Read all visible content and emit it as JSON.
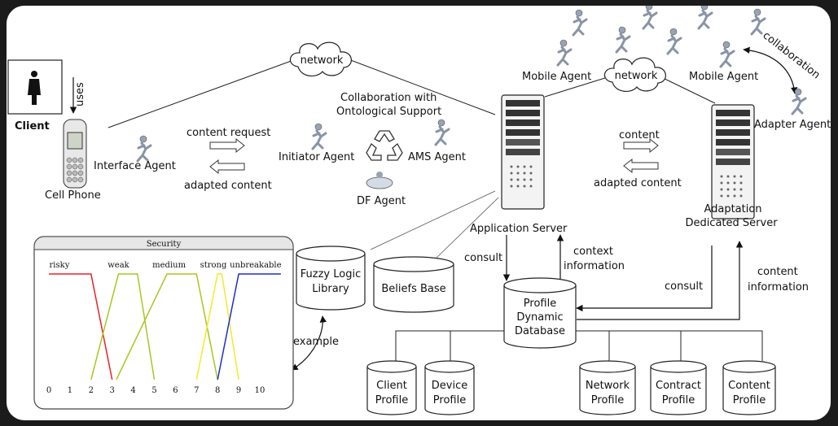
{
  "labels": {
    "client": "Client",
    "uses": "uses",
    "cell_phone": "Cell Phone",
    "interface_agent": "Interface Agent",
    "content_request": "content request",
    "adapted_content_left": "adapted content",
    "network_left": "network",
    "collab_line1": "Collaboration with",
    "collab_line2": "Ontological Support",
    "initiator_agent": "Initiator Agent",
    "ams_agent": "AMS Agent",
    "df_agent": "DF Agent",
    "mobile_agent_left": "Mobile Agent",
    "network_right": "network",
    "mobile_agent_right": "Mobile Agent",
    "collaboration": "collaboration",
    "application_server": "Application Server",
    "content_right": "content",
    "adapted_content_right": "adapted content",
    "adapter_agent": "Adapter Agent",
    "adaptation_line1": "Adaptation",
    "adaptation_line2": "Dedicated Server",
    "consult_left": "consult",
    "context_line1": "context",
    "context_line2": "information",
    "consult_right": "consult",
    "content_info_line1": "content",
    "content_info_line2": "information",
    "fuzzy_line1": "Fuzzy Logic",
    "fuzzy_line2": "Library",
    "beliefs_base": "Beliefs Base",
    "profile_line1": "Profile",
    "profile_line2": "Dynamic",
    "profile_line3": "Database",
    "example": "example",
    "client_profile_1": "Client",
    "client_profile_2": "Profile",
    "device_profile_1": "Device",
    "device_profile_2": "Profile",
    "network_profile_1": "Network",
    "network_profile_2": "Profile",
    "contract_profile_1": "Contract",
    "contract_profile_2": "Profile",
    "content_profile_1": "Content",
    "content_profile_2": "Profile"
  },
  "security_chart": {
    "title": "Security",
    "sets": [
      "risky",
      "weak",
      "medium",
      "strong",
      "unbreakable"
    ],
    "ticks": [
      "0",
      "1",
      "2",
      "3",
      "4",
      "5",
      "6",
      "7",
      "8",
      "9",
      "10"
    ],
    "colors": {
      "risky": "#e8202a",
      "weak": "#a6c81e",
      "medium": "#a6c81e",
      "strong": "#f2ea2a",
      "unbreakable": "#1c2ec8"
    }
  }
}
